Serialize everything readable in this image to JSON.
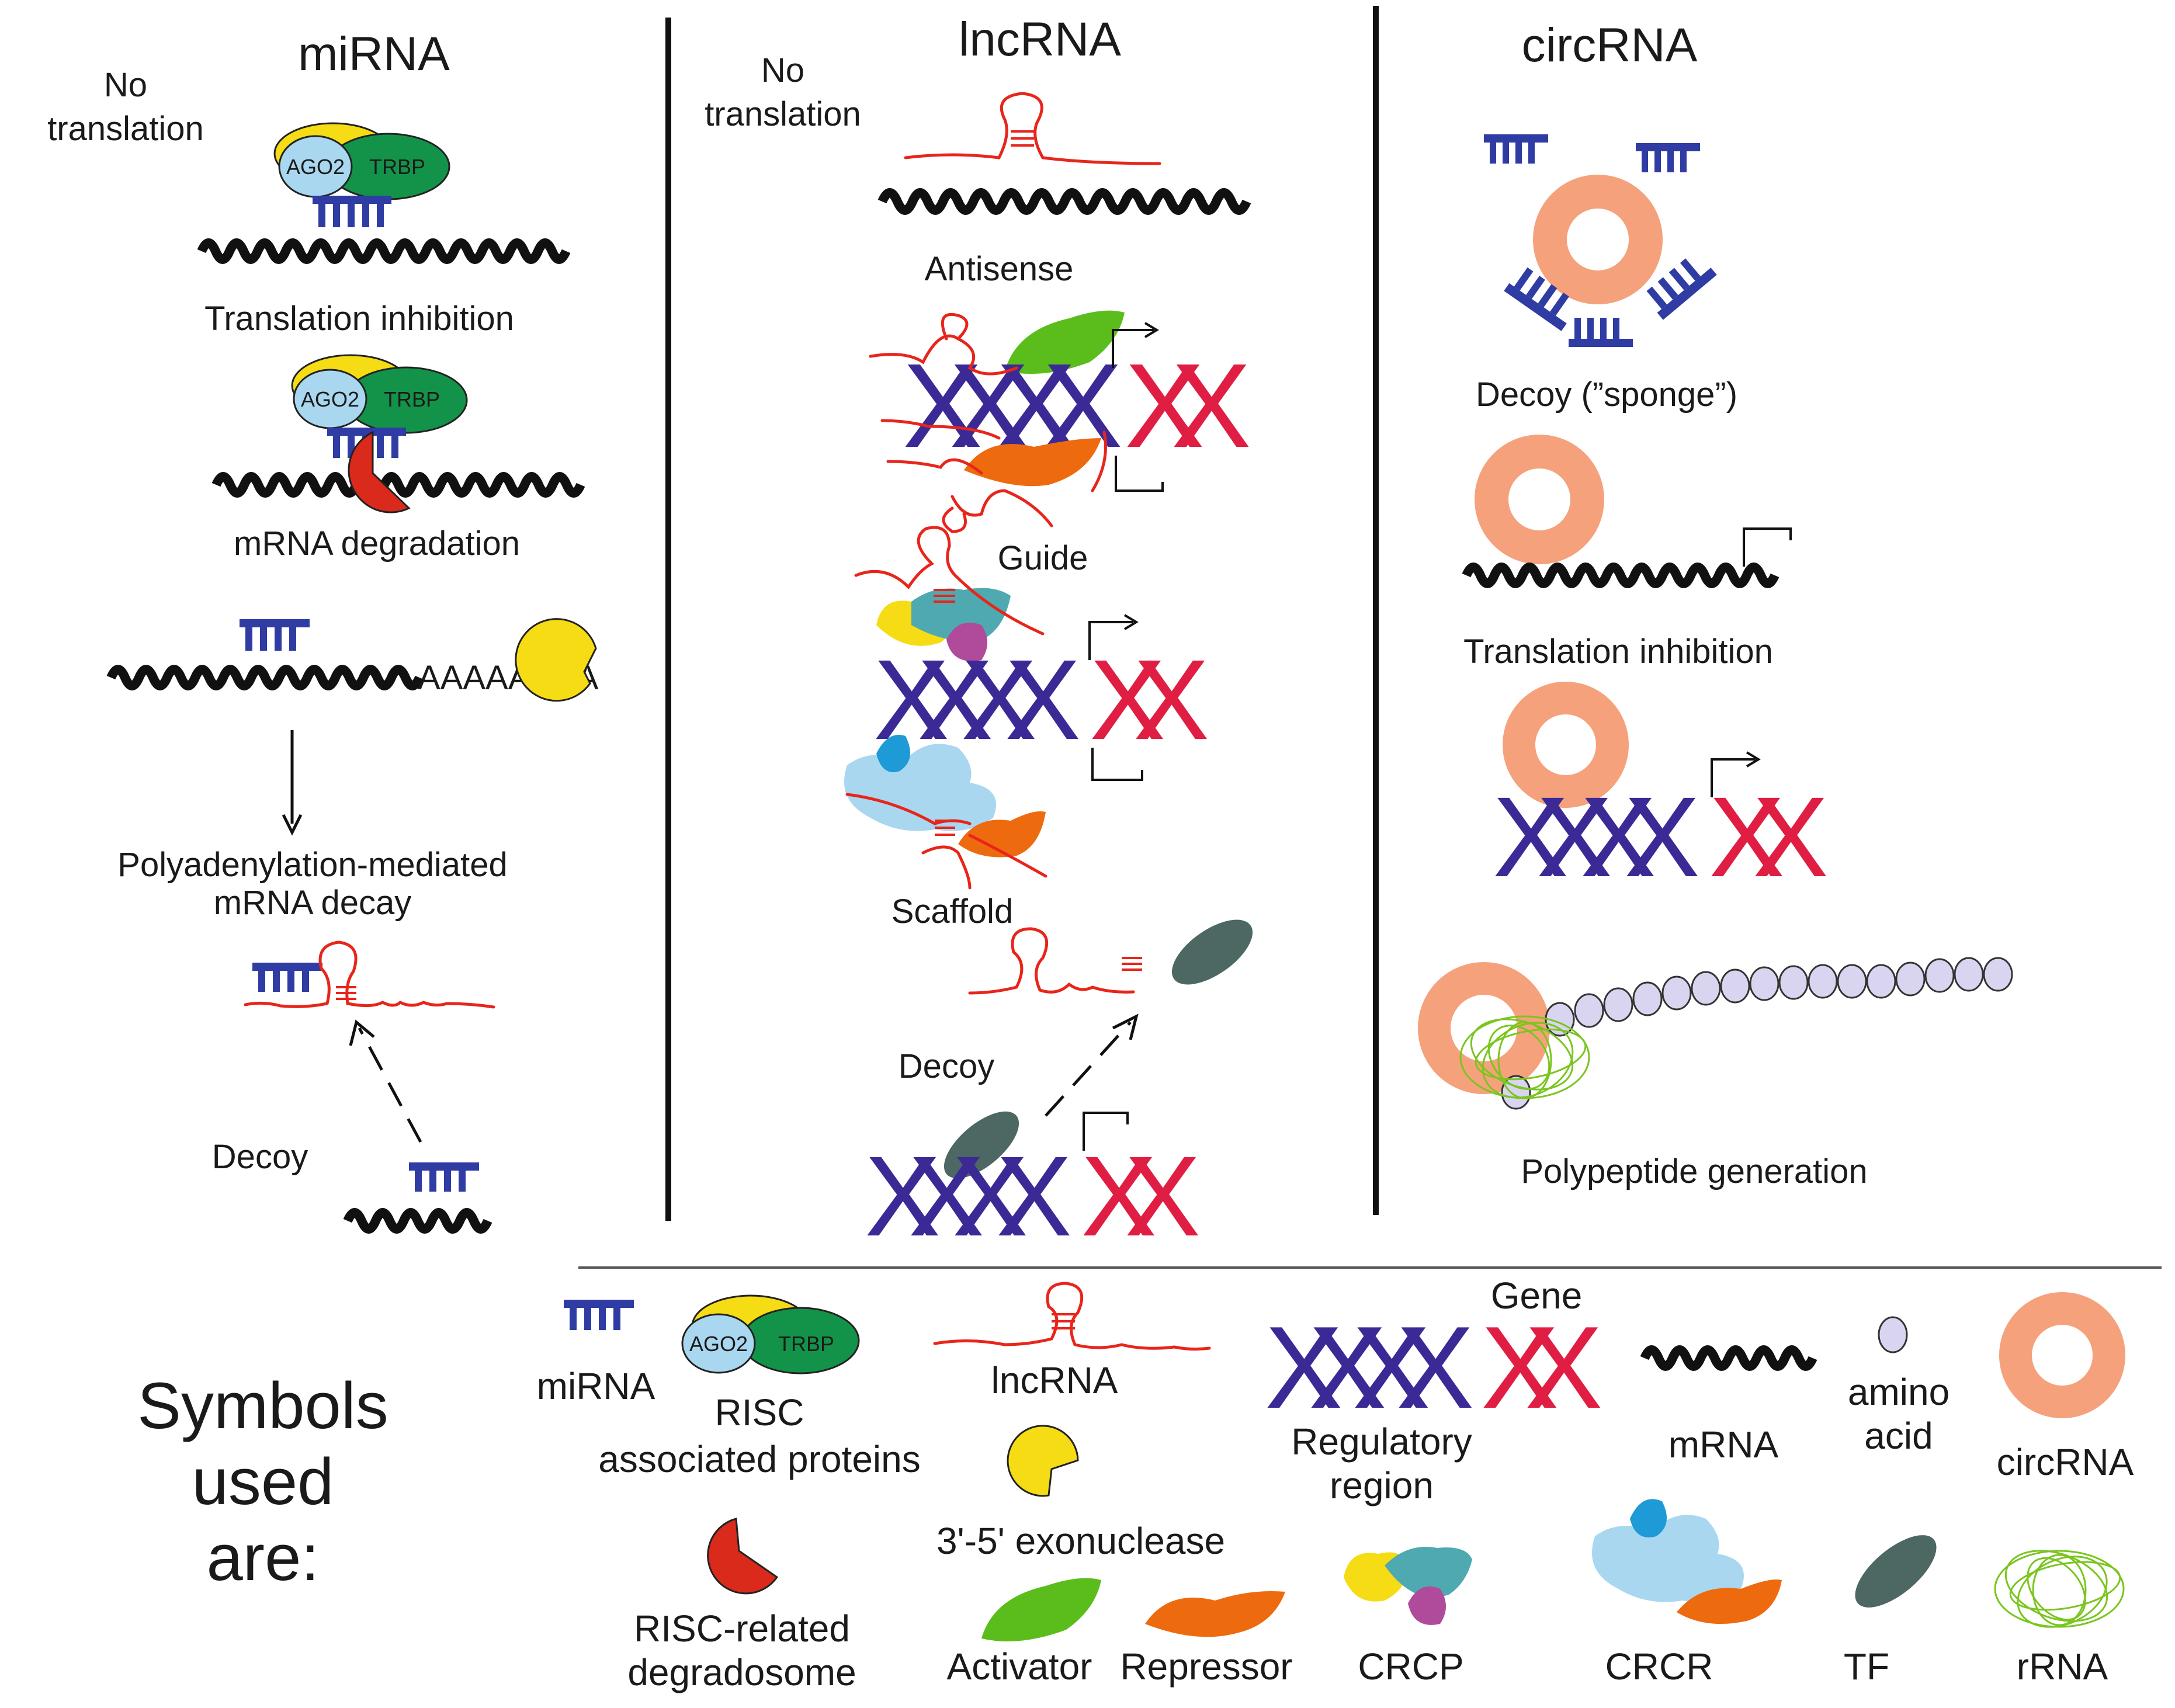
{
  "columns": {
    "mirna": {
      "title": "miRNA",
      "no_translation": [
        "No",
        "translation"
      ],
      "translation_inhibition": "Translation inhibition",
      "mrna_degradation": "mRNA degradation",
      "polya_tail": "AAAAAAAA",
      "polyadenylation": [
        "Polyadenylation-mediated",
        "mRNA decay"
      ],
      "decoy": "Decoy"
    },
    "lncrna": {
      "title": "lncRNA",
      "no_translation": [
        "No",
        "translation"
      ],
      "antisense": "Antisense",
      "guide": "Guide",
      "scaffold": "Scaffold",
      "decoy": "Decoy"
    },
    "circrna": {
      "title": "circRNA",
      "decoy_sponge": "Decoy (”sponge”)",
      "translation_inhibition": "Translation inhibition",
      "polypeptide": "Polypeptide generation"
    }
  },
  "protein_labels": {
    "ago2": "AGO2",
    "trbp": "TRBP"
  },
  "gene_letter": "X",
  "legend": {
    "heading": [
      "Symbols",
      "used",
      "are:"
    ],
    "mirna": "miRNA",
    "risc": [
      "RISC",
      "associated proteins"
    ],
    "lncrna": "lncRNA",
    "gene": "Gene",
    "regulatory": [
      "Regulatory",
      "region"
    ],
    "mrna": "mRNA",
    "amino_acid": [
      "amino",
      "acid"
    ],
    "circrna": "circRNA",
    "degradosome": [
      "RISC-related",
      "degradosome"
    ],
    "exonuclease": "3'-5' exonuclease",
    "activator": "Activator",
    "repressor": "Repressor",
    "crcp": "CRCP",
    "crcr": "CRCR",
    "tf": "TF",
    "rrna": "rRNA"
  },
  "colors": {
    "mirna": "#2e3ca3",
    "ago2": "#a9d7ef",
    "trbp": "#13934a",
    "yellow": "#f5dc14",
    "degradosome": "#d92a1c",
    "gene_blue": "#3b2a96",
    "gene_red": "#e01e43",
    "circ": "#f5a27c",
    "amino": "#d9d5f0",
    "activator": "#5bbd1c",
    "repressor": "#ee6a0e",
    "tf": "#4d6763",
    "rrna": "#7ac51f"
  }
}
